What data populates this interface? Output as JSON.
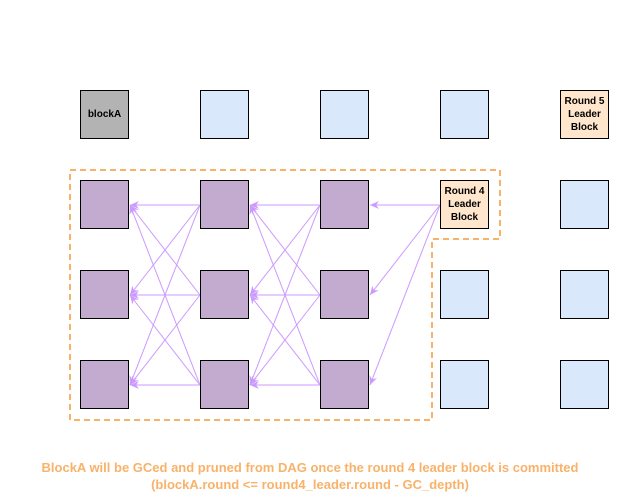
{
  "diagram": {
    "blocks": [
      {
        "id": "r1-c1",
        "row": 0,
        "col": 0,
        "kind": "gray",
        "label": "blockA"
      },
      {
        "id": "r1-c2",
        "row": 0,
        "col": 1,
        "kind": "blue",
        "label": ""
      },
      {
        "id": "r1-c3",
        "row": 0,
        "col": 2,
        "kind": "blue",
        "label": ""
      },
      {
        "id": "r1-c4",
        "row": 0,
        "col": 3,
        "kind": "blue",
        "label": ""
      },
      {
        "id": "r1-c5",
        "row": 0,
        "col": 4,
        "kind": "orange",
        "label": "Round 5 Leader Block"
      },
      {
        "id": "r2-c1",
        "row": 1,
        "col": 0,
        "kind": "purple",
        "label": ""
      },
      {
        "id": "r2-c2",
        "row": 1,
        "col": 1,
        "kind": "purple",
        "label": ""
      },
      {
        "id": "r2-c3",
        "row": 1,
        "col": 2,
        "kind": "purple",
        "label": ""
      },
      {
        "id": "r2-c4",
        "row": 1,
        "col": 3,
        "kind": "orange",
        "label": "Round 4 Leader Block"
      },
      {
        "id": "r2-c5",
        "row": 1,
        "col": 4,
        "kind": "blue",
        "label": ""
      },
      {
        "id": "r3-c1",
        "row": 2,
        "col": 0,
        "kind": "purple",
        "label": ""
      },
      {
        "id": "r3-c2",
        "row": 2,
        "col": 1,
        "kind": "purple",
        "label": ""
      },
      {
        "id": "r3-c3",
        "row": 2,
        "col": 2,
        "kind": "purple",
        "label": ""
      },
      {
        "id": "r3-c4",
        "row": 2,
        "col": 3,
        "kind": "blue",
        "label": ""
      },
      {
        "id": "r3-c5",
        "row": 2,
        "col": 4,
        "kind": "blue",
        "label": ""
      },
      {
        "id": "r4-c1",
        "row": 3,
        "col": 0,
        "kind": "purple",
        "label": ""
      },
      {
        "id": "r4-c2",
        "row": 3,
        "col": 1,
        "kind": "purple",
        "label": ""
      },
      {
        "id": "r4-c3",
        "row": 3,
        "col": 2,
        "kind": "purple",
        "label": ""
      },
      {
        "id": "r4-c4",
        "row": 3,
        "col": 3,
        "kind": "blue",
        "label": ""
      },
      {
        "id": "r4-c5",
        "row": 3,
        "col": 4,
        "kind": "blue",
        "label": ""
      }
    ],
    "edges": [
      [
        "r2-c2",
        "r2-c1"
      ],
      [
        "r2-c2",
        "r3-c1"
      ],
      [
        "r2-c2",
        "r4-c1"
      ],
      [
        "r3-c2",
        "r2-c1"
      ],
      [
        "r3-c2",
        "r3-c1"
      ],
      [
        "r3-c2",
        "r4-c1"
      ],
      [
        "r4-c2",
        "r2-c1"
      ],
      [
        "r4-c2",
        "r3-c1"
      ],
      [
        "r4-c2",
        "r4-c1"
      ],
      [
        "r2-c3",
        "r2-c2"
      ],
      [
        "r2-c3",
        "r3-c2"
      ],
      [
        "r2-c3",
        "r4-c2"
      ],
      [
        "r3-c3",
        "r2-c2"
      ],
      [
        "r3-c3",
        "r3-c2"
      ],
      [
        "r3-c3",
        "r4-c2"
      ],
      [
        "r4-c3",
        "r2-c2"
      ],
      [
        "r4-c3",
        "r3-c2"
      ],
      [
        "r4-c3",
        "r4-c2"
      ],
      [
        "r2-c4",
        "r2-c3"
      ],
      [
        "r2-c4",
        "r3-c3"
      ],
      [
        "r2-c4",
        "r4-c3"
      ]
    ],
    "colors": {
      "edge": "#cc99ff",
      "gc_boundary": "#f8b26a",
      "gray": "#b3b3b3",
      "blue": "#dae8fc",
      "purple": "#c3abd0",
      "orange": "#ffe6cc"
    }
  },
  "caption": {
    "line1": "BlockA will be GCed and pruned from DAG once the round 4 leader block is committed",
    "line2": "(blockA.round <= round4_leader.round - GC_depth)"
  }
}
